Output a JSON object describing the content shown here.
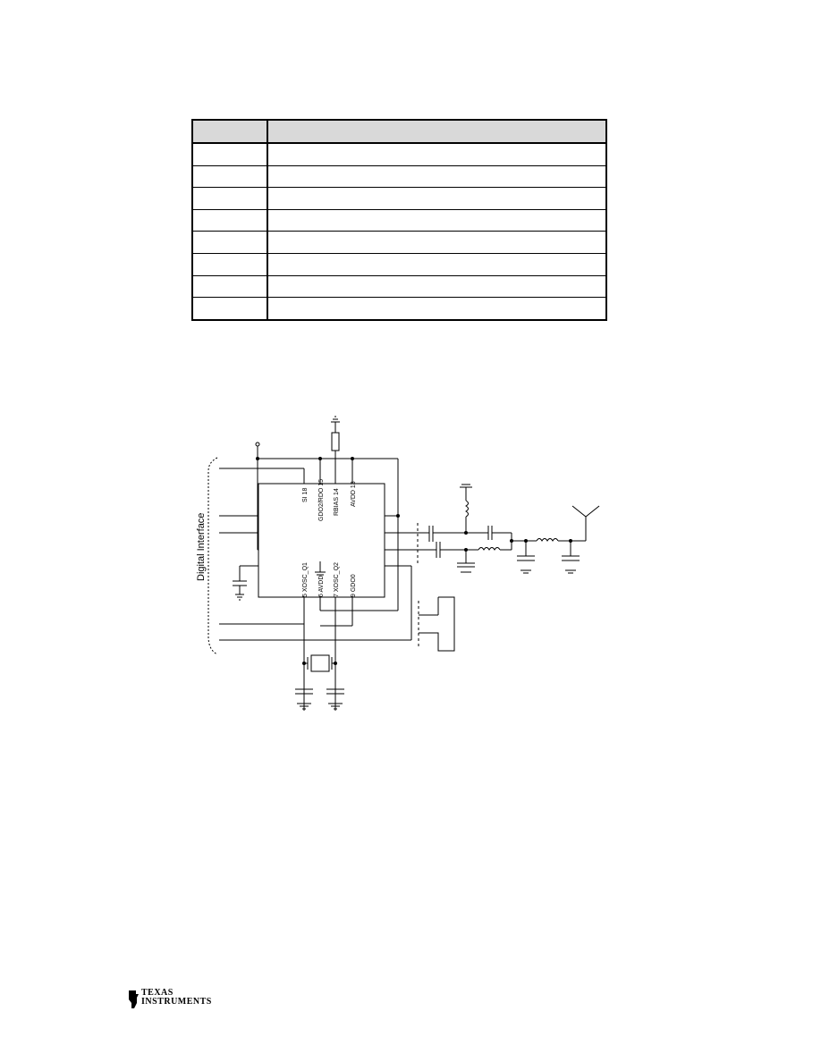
{
  "table": {
    "header": [
      "",
      ""
    ],
    "rows": [
      [
        "",
        ""
      ],
      [
        "",
        ""
      ],
      [
        "",
        ""
      ],
      [
        "",
        ""
      ],
      [
        "",
        ""
      ],
      [
        "",
        ""
      ],
      [
        "",
        ""
      ],
      [
        "",
        ""
      ]
    ]
  },
  "schematic": {
    "side_label": "Digital Interface",
    "pins_top": [
      "SI 18",
      "GDO2/RDO 15",
      "RBIAS 14",
      "AVDD 13"
    ],
    "pins_bottom": [
      "5 XOSC_Q1",
      "6 AVDD",
      "7 XOSC_Q2",
      "9 GDO0"
    ]
  },
  "brand": {
    "line1": "TEXAS",
    "line2": "INSTRUMENTS"
  }
}
